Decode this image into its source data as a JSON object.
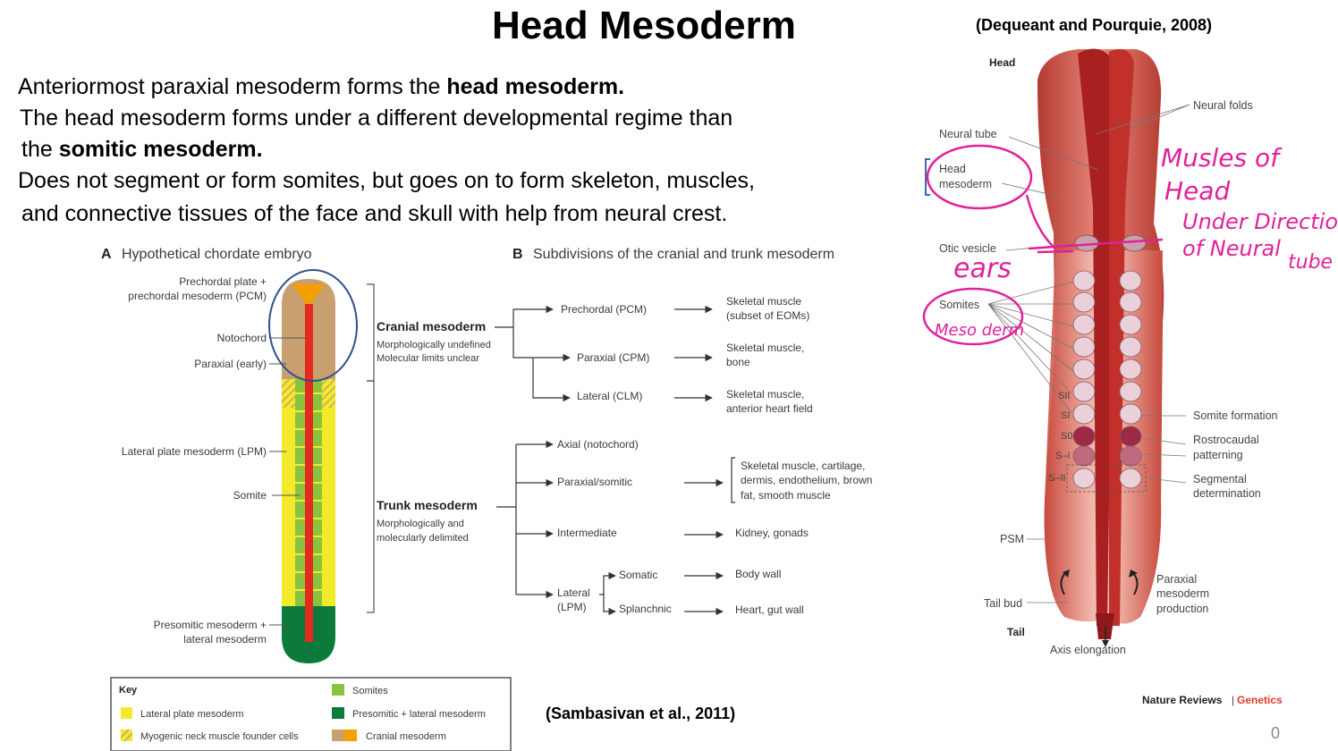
{
  "title": "Head Mesoderm",
  "citation_top": "(Dequeant and Pourquie, 2008)",
  "citation_bottom": "(Sambasivan et al., 2011)",
  "page_number": "0",
  "body": {
    "line1_pre": "Anteriormost paraxial mesoderm forms the ",
    "line1_bold": "head mesoderm.",
    "line2": "The head mesoderm forms under a different developmental regime than",
    "line3_pre": "the ",
    "line3_bold": "somitic mesoderm.",
    "line4": "Does not segment or form somites, but goes on to form skeleton, muscles,",
    "line5": "and connective tissues of the face and skull with help from neural crest."
  },
  "panel_a": {
    "heading_letter": "A",
    "heading": "Hypothetical chordate embryo",
    "labels": {
      "prechordal_1": "Prechordal plate +",
      "prechordal_2": "prechordal mesoderm (PCM)",
      "notochord": "Notochord",
      "paraxial_early": "Paraxial (early)",
      "lpm": "Lateral plate mesoderm (LPM)",
      "somite": "Somite",
      "presomitic_1": "Presomitic mesoderm +",
      "presomitic_2": "lateral mesoderm"
    },
    "colors": {
      "cranial": "#c8a070",
      "cranial_tip": "#f5a000",
      "lpm": "#f2ea2a",
      "somite": "#8ac43f",
      "presomitic": "#0b7a3a",
      "notochord": "#e52a1f",
      "circle": "#2f4f8f"
    }
  },
  "key": {
    "title": "Key",
    "items": [
      "Lateral plate mesoderm",
      "Myogenic neck muscle founder cells",
      "Somites",
      "Presomitic + lateral mesoderm",
      "Cranial mesoderm"
    ]
  },
  "panel_b": {
    "heading_letter": "B",
    "heading": "Subdivisions of the cranial and trunk mesoderm",
    "cranial_title": "Cranial mesoderm",
    "cranial_sub1": "Morphologically undefined",
    "cranial_sub2": "Molecular limits unclear",
    "trunk_title": "Trunk mesoderm",
    "trunk_sub1": "Morphologically and",
    "trunk_sub2": "molecularly delimited",
    "pcm": "Prechordal (PCM)",
    "pcm_out1": "Skeletal muscle",
    "pcm_out2": "(subset of EOMs)",
    "cpm": "Paraxial (CPM)",
    "cpm_out1": "Skeletal muscle,",
    "cpm_out2": "bone",
    "clm": "Lateral (CLM)",
    "clm_out1": "Skeletal muscle,",
    "clm_out2": "anterior heart field",
    "axial": "Axial (notochord)",
    "paraxial": "Paraxial/somitic",
    "paraxial_out1": "Skeletal muscle, cartilage,",
    "paraxial_out2": "dermis, endothelium, brown",
    "paraxial_out3": "fat, smooth muscle",
    "intermediate": "Intermediate",
    "intermediate_out": "Kidney, gonads",
    "lateral1": "Lateral",
    "lateral2": "(LPM)",
    "somatic": "Somatic",
    "somatic_out": "Body wall",
    "splanchnic": "Splanchnic",
    "splanchnic_out": "Heart, gut wall"
  },
  "right_figure": {
    "head": "Head",
    "tail": "Tail",
    "neural_folds": "Neural folds",
    "neural_tube": "Neural tube",
    "head_mesoderm_1": "Head",
    "head_mesoderm_2": "mesoderm",
    "otic_vesicle": "Otic vesicle",
    "somites": "Somites",
    "sii": "SII",
    "si": "SI",
    "s0": "S0",
    "s_minus1": "S–I",
    "s_minus2": "S–II",
    "somite_formation": "Somite formation",
    "rostrocaudal_1": "Rostrocaudal",
    "rostrocaudal_2": "patterning",
    "segmental_1": "Segmental",
    "segmental_2": "determination",
    "psm": "PSM",
    "paraxial_prod_1": "Paraxial",
    "paraxial_prod_2": "mesoderm",
    "paraxial_prod_3": "production",
    "tail_bud": "Tail bud",
    "axis_elongation": "Axis elongation",
    "nature_1": "Nature Reviews",
    "nature_sep": "|",
    "nature_2": "Genetics",
    "colors": {
      "tissue": "#d9574a",
      "tube": "#a82020",
      "somite": "#e8c8d0",
      "ink": "#e0219a"
    }
  },
  "handwriting": {
    "h1": "Musles of",
    "h2": "Head",
    "h3": "Under Direction",
    "h4": "of Neural",
    "h5": "tube",
    "h6": "ears",
    "h7": "Meso derm"
  }
}
